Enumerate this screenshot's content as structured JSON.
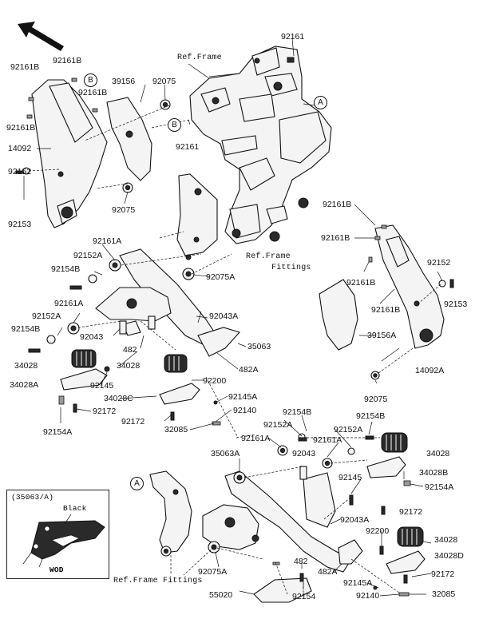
{
  "refs": {
    "ref_frame": "Ref.Frame",
    "ref_frame_fittings_1": "Ref.Frame",
    "ref_frame_fittings_2": "Fittings",
    "ref_frame_fittings_bottom": "Ref.Frame Fittings"
  },
  "callouts": {
    "a": "A",
    "b": "B"
  },
  "inset": {
    "title": "(35063/A)",
    "color_label": "Black",
    "variant": "WOD"
  },
  "labels": [
    "92161",
    "92161B",
    "92161B",
    "92161B",
    "92161B",
    "39156",
    "92075",
    "14092",
    "92152",
    "92153",
    "92161",
    "92075",
    "92161A",
    "92152A",
    "92154B",
    "92075A",
    "92161A",
    "92152A",
    "92154B",
    "92043",
    "482",
    "92043A",
    "35063",
    "34028",
    "482A",
    "34028",
    "34028A",
    "92145",
    "92172",
    "92154A",
    "34028C",
    "92200",
    "92145A",
    "92140",
    "92172",
    "32085",
    "92161B",
    "92161B",
    "92152",
    "92153",
    "92161B",
    "92161B",
    "39156A",
    "14092A",
    "92075",
    "92154B",
    "92154B",
    "92152A",
    "92161A",
    "92152A",
    "92161A",
    "35063A",
    "92043",
    "34028",
    "34028B",
    "92154A",
    "92145",
    "92172",
    "92043A",
    "92200",
    "34028",
    "34028D",
    "92172",
    "482A",
    "92145A",
    "92140",
    "32085",
    "92075A",
    "482",
    "55020",
    "92154"
  ]
}
